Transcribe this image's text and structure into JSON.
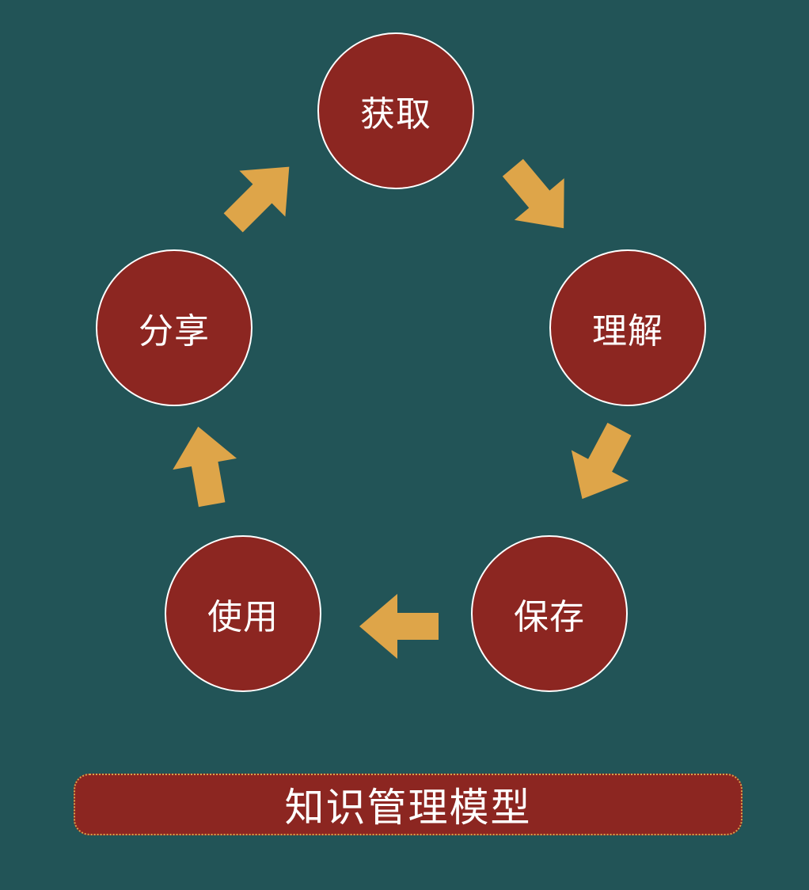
{
  "diagram": {
    "nodes": [
      {
        "id": "acquire",
        "label": "获取"
      },
      {
        "id": "understand",
        "label": "理解"
      },
      {
        "id": "save",
        "label": "保存"
      },
      {
        "id": "use",
        "label": "使用"
      },
      {
        "id": "share",
        "label": "分享"
      }
    ],
    "title": "知识管理模型",
    "colors": {
      "background": "#225457",
      "node_fill": "#8c2621",
      "node_border": "#ffffff",
      "arrow": "#dea549",
      "title_border": "#d7a24a",
      "text": "#ffffff"
    },
    "flow": [
      {
        "from": "acquire",
        "to": "understand",
        "icon": "arrow-down-right"
      },
      {
        "from": "understand",
        "to": "save",
        "icon": "arrow-down-left"
      },
      {
        "from": "save",
        "to": "use",
        "icon": "arrow-left"
      },
      {
        "from": "use",
        "to": "share",
        "icon": "arrow-up"
      },
      {
        "from": "share",
        "to": "acquire",
        "icon": "arrow-up-right"
      }
    ]
  }
}
